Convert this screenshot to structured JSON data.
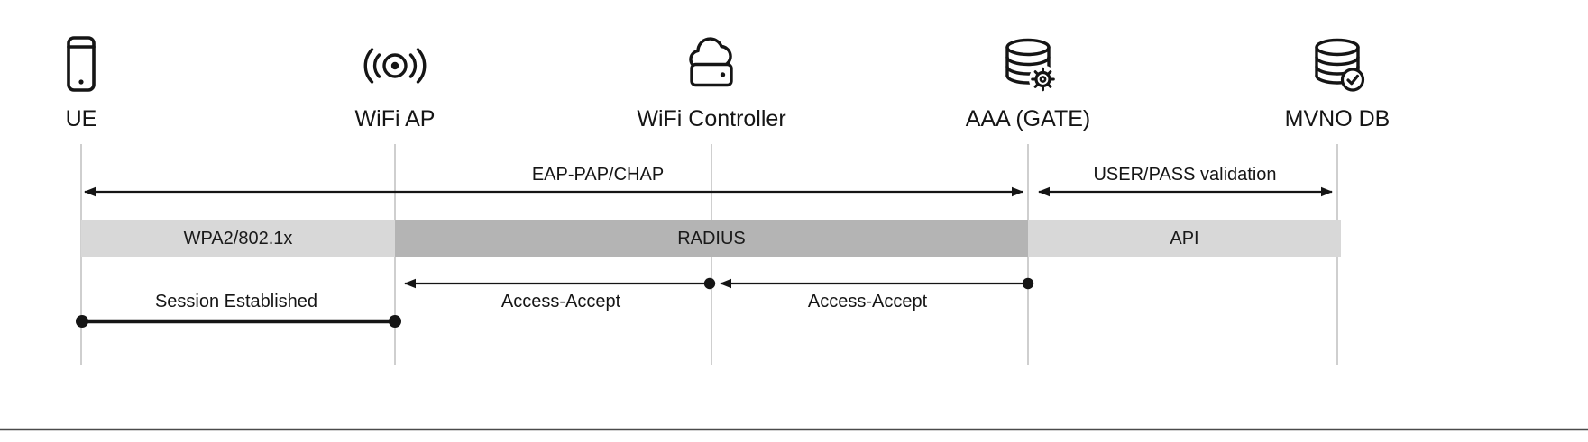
{
  "colors": {
    "band_light": "#d8d8d8",
    "band_dark": "#b4b4b4",
    "lifeline": "#cfcfcf",
    "ink": "#151515",
    "background": "#ffffff"
  },
  "actors": [
    {
      "label": "UE",
      "icon": "smartphone-icon"
    },
    {
      "label": "WiFi AP",
      "icon": "wifi-antenna-icon"
    },
    {
      "label": "WiFi Controller",
      "icon": "cloud-server-icon"
    },
    {
      "label": "AAA (GATE)",
      "icon": "database-gear-icon"
    },
    {
      "label": "MVNO DB",
      "icon": "database-check-icon"
    }
  ],
  "phase_arrows": [
    {
      "label": "EAP-PAP/CHAP",
      "from": "UE",
      "to": "AAA (GATE)",
      "style": "double-headed"
    },
    {
      "label": "USER/PASS validation",
      "from": "AAA (GATE)",
      "to": "MVNO DB",
      "style": "double-headed"
    }
  ],
  "protocol_bands": [
    {
      "label": "WPA2/802.1x",
      "from": "UE",
      "to": "WiFi AP",
      "color": "#d8d8d8"
    },
    {
      "label": "RADIUS",
      "from": "WiFi AP",
      "to": "AAA (GATE)",
      "color": "#b4b4b4"
    },
    {
      "label": "API",
      "from": "AAA (GATE)",
      "to": "MVNO DB",
      "color": "#d8d8d8"
    }
  ],
  "messages": [
    {
      "label": "Access-Accept",
      "from": "WiFi Controller",
      "to": "WiFi AP",
      "style": "arrow-left"
    },
    {
      "label": "Access-Accept",
      "from": "AAA (GATE)",
      "to": "WiFi Controller",
      "style": "arrow-left"
    },
    {
      "label": "Session Established",
      "from": "UE",
      "to": "WiFi AP",
      "style": "thick-line-dots"
    }
  ]
}
